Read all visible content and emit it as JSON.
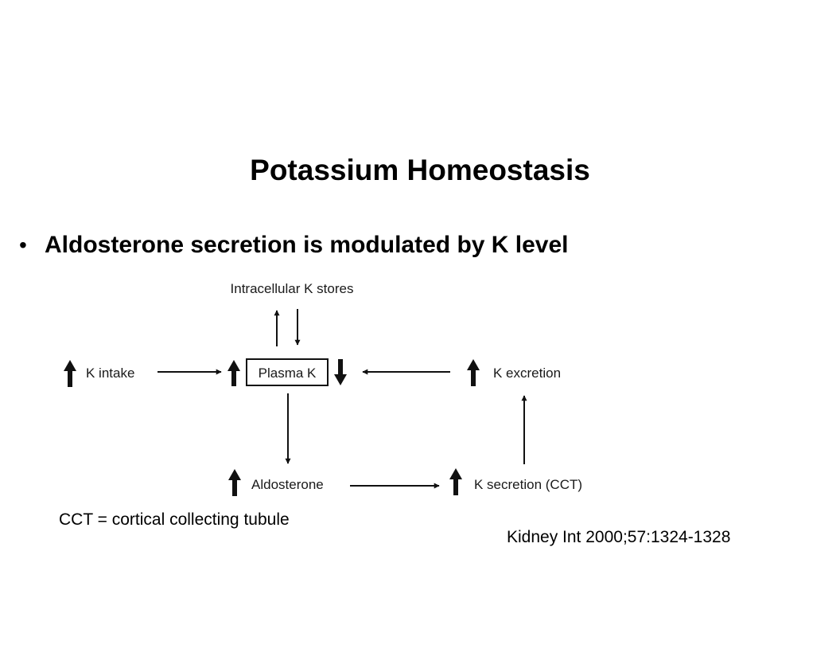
{
  "slide": {
    "title": "Potassium Homeostasis",
    "bullet": "Aldosterone secretion is modulated by K level",
    "bullet_marker": "•"
  },
  "diagram": {
    "nodes": {
      "intracellular_stores": "Intracellular K stores",
      "k_intake": "K intake",
      "plasma_k": "Plasma K",
      "k_excretion": "K excretion",
      "aldosterone": "Aldosterone",
      "k_secretion": "K secretion (CCT)"
    },
    "icons": {
      "increase": "up-arrow-icon",
      "decrease": "down-arrow-icon"
    }
  },
  "footnote": "CCT = cortical collecting tubule",
  "citation": "Kidney Int 2000;57:1324-1328"
}
